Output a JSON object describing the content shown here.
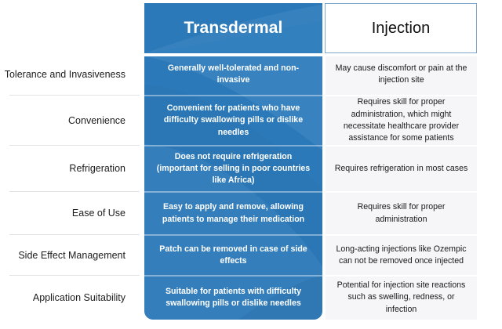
{
  "table": {
    "columns": {
      "label_header": "",
      "transdermal_header": "Transdermal",
      "injection_header": "Injection"
    },
    "colors": {
      "transdermal_blue": "#2b79b8",
      "injection_bg": "#f6f6f8",
      "injection_border": "#7ba7cd",
      "label_divider": "#e3e3e3",
      "label_text": "#1c1c1c"
    },
    "rows": [
      {
        "label": "Tolerance and Invasiveness",
        "transdermal": "Generally well-tolerated and non-invasive",
        "injection": "May cause discomfort or pain at the injection site"
      },
      {
        "label": "Convenience",
        "transdermal": "Convenient for patients who have difficulty swallowing pills or dislike needles",
        "injection": "Requires skill for proper administration, which might necessitate healthcare provider assistance for some patients"
      },
      {
        "label": "Refrigeration",
        "transdermal": "Does not require refrigeration (important for selling in poor countries like Africa)",
        "injection": "Requires refrigeration in most cases"
      },
      {
        "label": "Ease of Use",
        "transdermal": "Easy to apply and remove, allowing patients to manage their medication",
        "injection": "Requires skill for proper administration"
      },
      {
        "label": "Side Effect Management",
        "transdermal": "Patch can be removed in case of side effects",
        "injection": "Long-acting injections like Ozempic can not be removed once injected"
      },
      {
        "label": "Application Suitability",
        "transdermal": "Suitable for patients with difficulty swallowing pills or dislike needles",
        "injection": "Potential for injection site reactions such as swelling, redness, or infection"
      }
    ]
  }
}
